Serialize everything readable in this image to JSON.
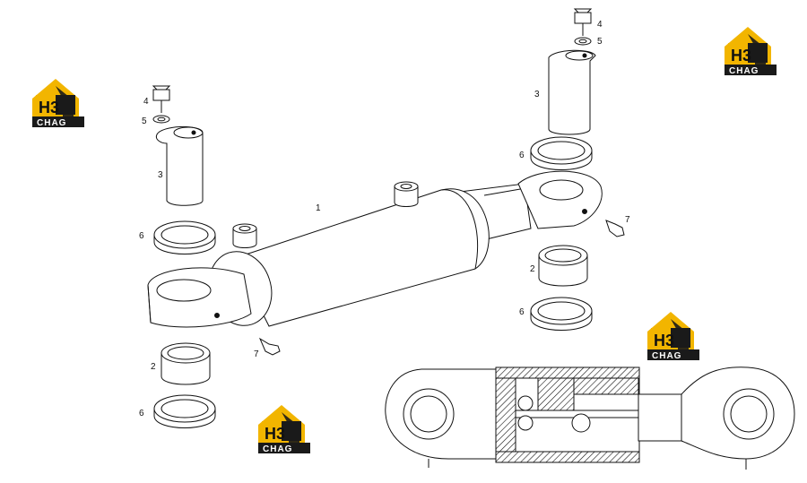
{
  "diagram": {
    "callouts": {
      "body": "1",
      "bush_upper": "2",
      "bush_lower": "2",
      "pin_left": "3",
      "pin_right": "3",
      "bolt_left": "4",
      "bolt_right": "4",
      "washer_left": "5",
      "washer_right": "5",
      "seal_left_upper": "6",
      "seal_left_lower": "6",
      "seal_right_upper": "6",
      "seal_right_lower": "6",
      "grease_left": "7",
      "grease_right": "7"
    }
  },
  "logo": {
    "letters": "H3",
    "word": "CHAG",
    "colors": {
      "yellow": "#F2B500",
      "dark": "#1A1A1A",
      "white": "#FFFFFF"
    }
  }
}
